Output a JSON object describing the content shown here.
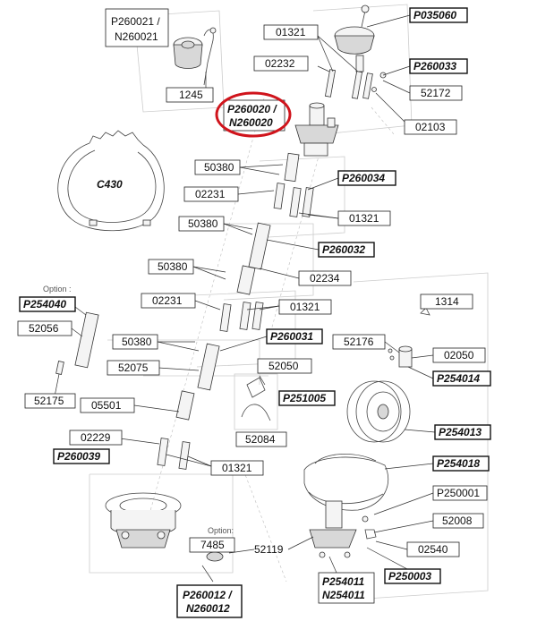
{
  "labels": {
    "p260021": "P260021 /",
    "n260021": "N260021",
    "l1245": "1245",
    "l01321a": "01321",
    "p035060": "P035060",
    "l02232": "02232",
    "p260033": "P260033",
    "l52172": "52172",
    "p260020": "P260020 /",
    "n260020": "N260020",
    "l02103": "02103",
    "c430": "C430",
    "l50380a": "50380",
    "p260034": "P260034",
    "l02231a": "02231",
    "l01321b": "01321",
    "l50380b": "50380",
    "p260032": "P260032",
    "l50380c": "50380",
    "l02234": "02234",
    "option_a": "Option :",
    "p254040": "P254040",
    "l02231b": "02231",
    "l01321c": "01321",
    "l1314": "1314",
    "l52056": "52056",
    "l50380d": "50380",
    "p260031": "P260031",
    "l52176": "52176",
    "l02050a": "02050",
    "l52075": "52075",
    "l52050b": "52050",
    "p254014": "P254014",
    "p251005": "P251005",
    "l52175": "52175",
    "l05501": "05501",
    "l52084": "52084",
    "p254013": "P254013",
    "l02229": "02229",
    "p260039": "P260039",
    "l01321d": "01321",
    "p254018": "P254018",
    "p250001": "P250001",
    "l52008": "52008",
    "option_b": "Option:",
    "l7485": "7485",
    "l52119": "52119",
    "l02540": "02540",
    "p254011": "P254011",
    "n254011": "N254011",
    "p250003": "P250003",
    "p260012": "P260012 /",
    "n260012": "N260012"
  },
  "highlight": {
    "color": "#d0141c"
  }
}
